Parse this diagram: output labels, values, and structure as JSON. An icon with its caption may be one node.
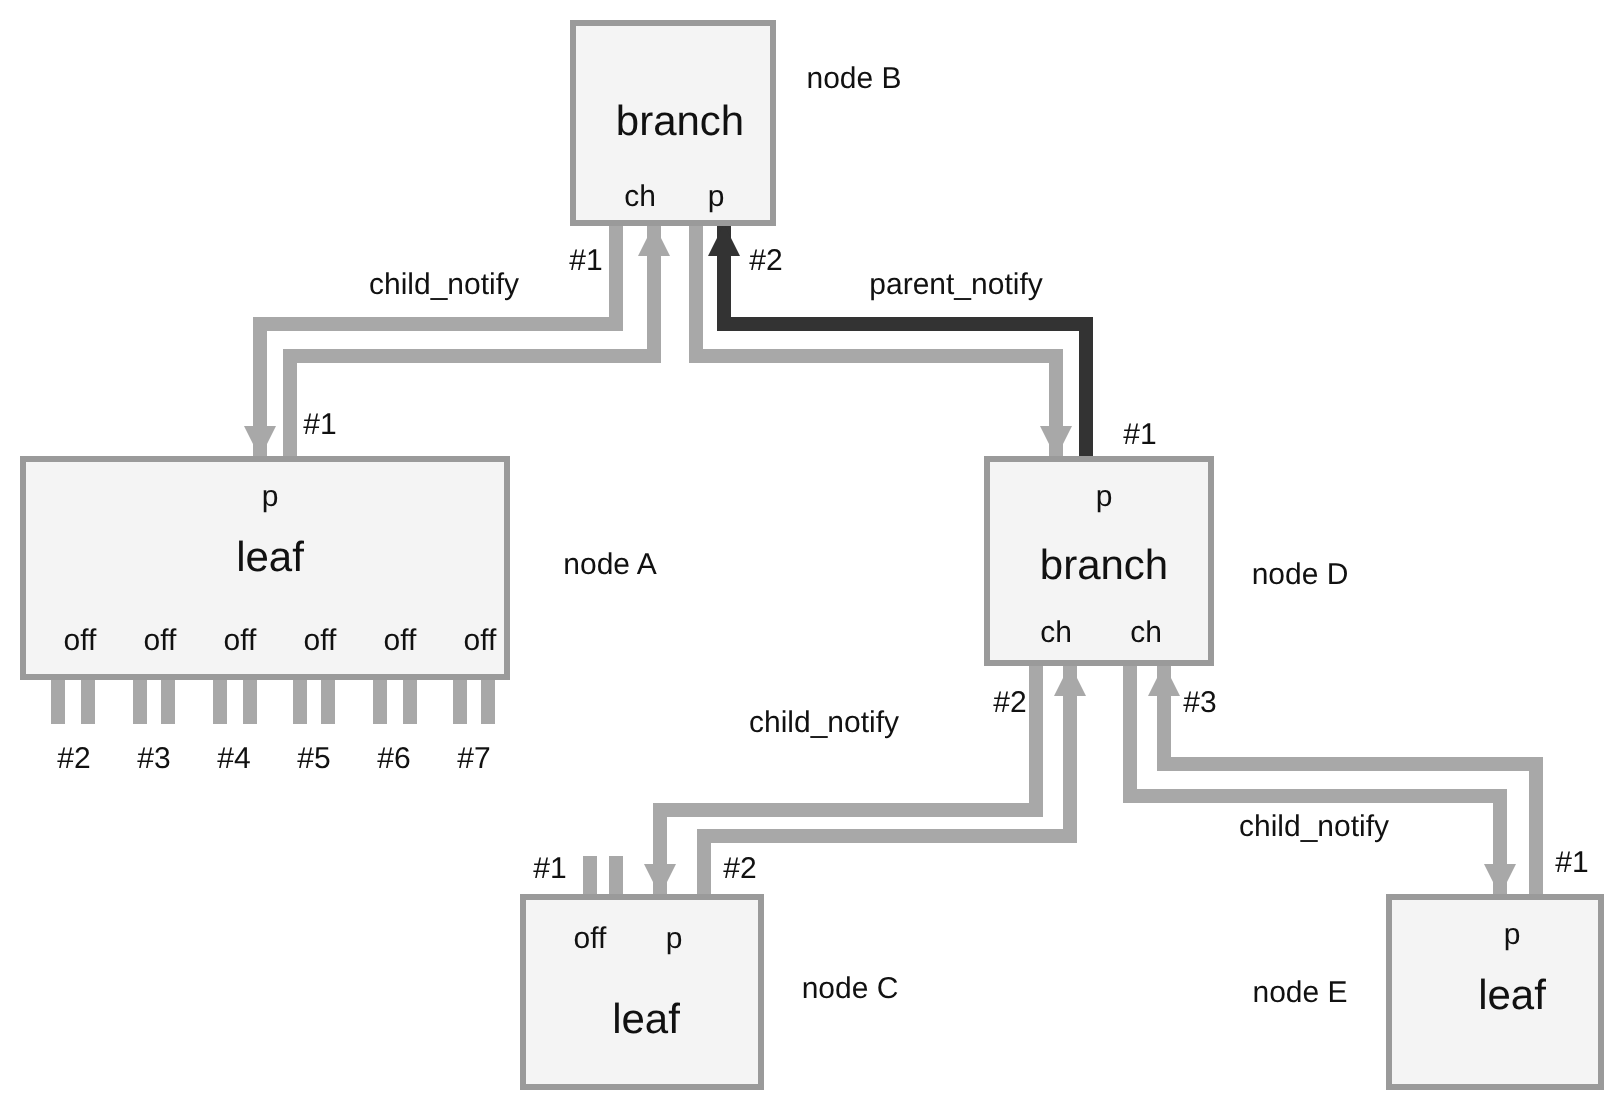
{
  "diagram": {
    "nodes": [
      {
        "text": [
          "branch",
          "ch",
          "p"
        ],
        "beside": [
          "node B"
        ]
      },
      {
        "text": [
          "p",
          "leaf",
          "off",
          "off",
          "off",
          "off",
          "off",
          "off"
        ],
        "beside": [
          "node A"
        ]
      },
      {
        "text": [
          "p",
          "branch",
          "ch",
          "ch"
        ],
        "beside": [
          "node D"
        ]
      },
      {
        "text": [
          "off",
          "p",
          "leaf"
        ],
        "beside": [
          "node C"
        ]
      },
      {
        "text": [
          "p",
          "leaf"
        ],
        "beside": [
          "node E"
        ]
      }
    ],
    "edges": [
      {
        "from": 0,
        "to": 1,
        "arrow": "to",
        "label": "child_notify"
      },
      {
        "from": 1,
        "to": 0,
        "arrow": "to"
      },
      {
        "from": 0,
        "to": 2,
        "arrow": "to"
      },
      {
        "from": 2,
        "to": 0,
        "arrow": "to",
        "label": "parent_notify",
        "color": "#333333"
      },
      {
        "from": 2,
        "to": 3,
        "arrow": "to",
        "label": "child_notify"
      },
      {
        "from": 3,
        "to": 2,
        "arrow": "to"
      },
      {
        "from": 2,
        "to": 4,
        "arrow": "to",
        "label": "child_notify"
      },
      {
        "from": 4,
        "to": 2,
        "arrow": "to"
      },
      {
        "from": 1,
        "to": null,
        "arrow": "none"
      },
      {
        "from": 1,
        "to": null,
        "arrow": "none"
      },
      {
        "from": 1,
        "to": null,
        "arrow": "none"
      },
      {
        "from": 1,
        "to": null,
        "arrow": "none"
      },
      {
        "from": 1,
        "to": null,
        "arrow": "none"
      },
      {
        "from": 1,
        "to": null,
        "arrow": "none"
      },
      {
        "from": 1,
        "to": null,
        "arrow": "none"
      },
      {
        "from": 1,
        "to": null,
        "arrow": "none"
      },
      {
        "from": 1,
        "to": null,
        "arrow": "none"
      },
      {
        "from": 1,
        "to": null,
        "arrow": "none"
      },
      {
        "from": 1,
        "to": null,
        "arrow": "none"
      },
      {
        "from": 1,
        "to": null,
        "arrow": "none"
      },
      {
        "from": 3,
        "to": null,
        "arrow": "none"
      },
      {
        "from": 3,
        "to": null,
        "arrow": "none"
      }
    ],
    "labels": [
      "#1",
      "#2",
      "#1",
      "#1",
      "#2",
      "#3",
      "#4",
      "#5",
      "#6",
      "#7",
      "#2",
      "#3",
      "#1",
      "#2",
      "#1"
    ]
  }
}
